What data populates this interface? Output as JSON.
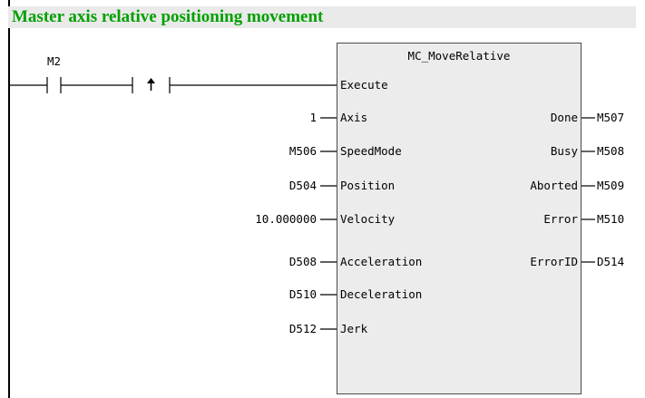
{
  "comment": "Master axis relative positioning movement",
  "contact": {
    "name": "M2"
  },
  "fb": {
    "name": "MC_MoveRelative",
    "inputs": [
      {
        "pin": "Execute",
        "var": ""
      },
      {
        "pin": "Axis",
        "var": "1"
      },
      {
        "pin": "SpeedMode",
        "var": "M506"
      },
      {
        "pin": "Position",
        "var": "D504"
      },
      {
        "pin": "Velocity",
        "var": "10.000000"
      },
      {
        "pin": "Acceleration",
        "var": "D508"
      },
      {
        "pin": "Deceleration",
        "var": "D510"
      },
      {
        "pin": "Jerk",
        "var": "D512"
      }
    ],
    "outputs": [
      {
        "pin": "Done",
        "var": "M507"
      },
      {
        "pin": "Busy",
        "var": "M508"
      },
      {
        "pin": "Aborted",
        "var": "M509"
      },
      {
        "pin": "Error",
        "var": "M510"
      },
      {
        "pin": "ErrorID",
        "var": "D514"
      }
    ]
  }
}
